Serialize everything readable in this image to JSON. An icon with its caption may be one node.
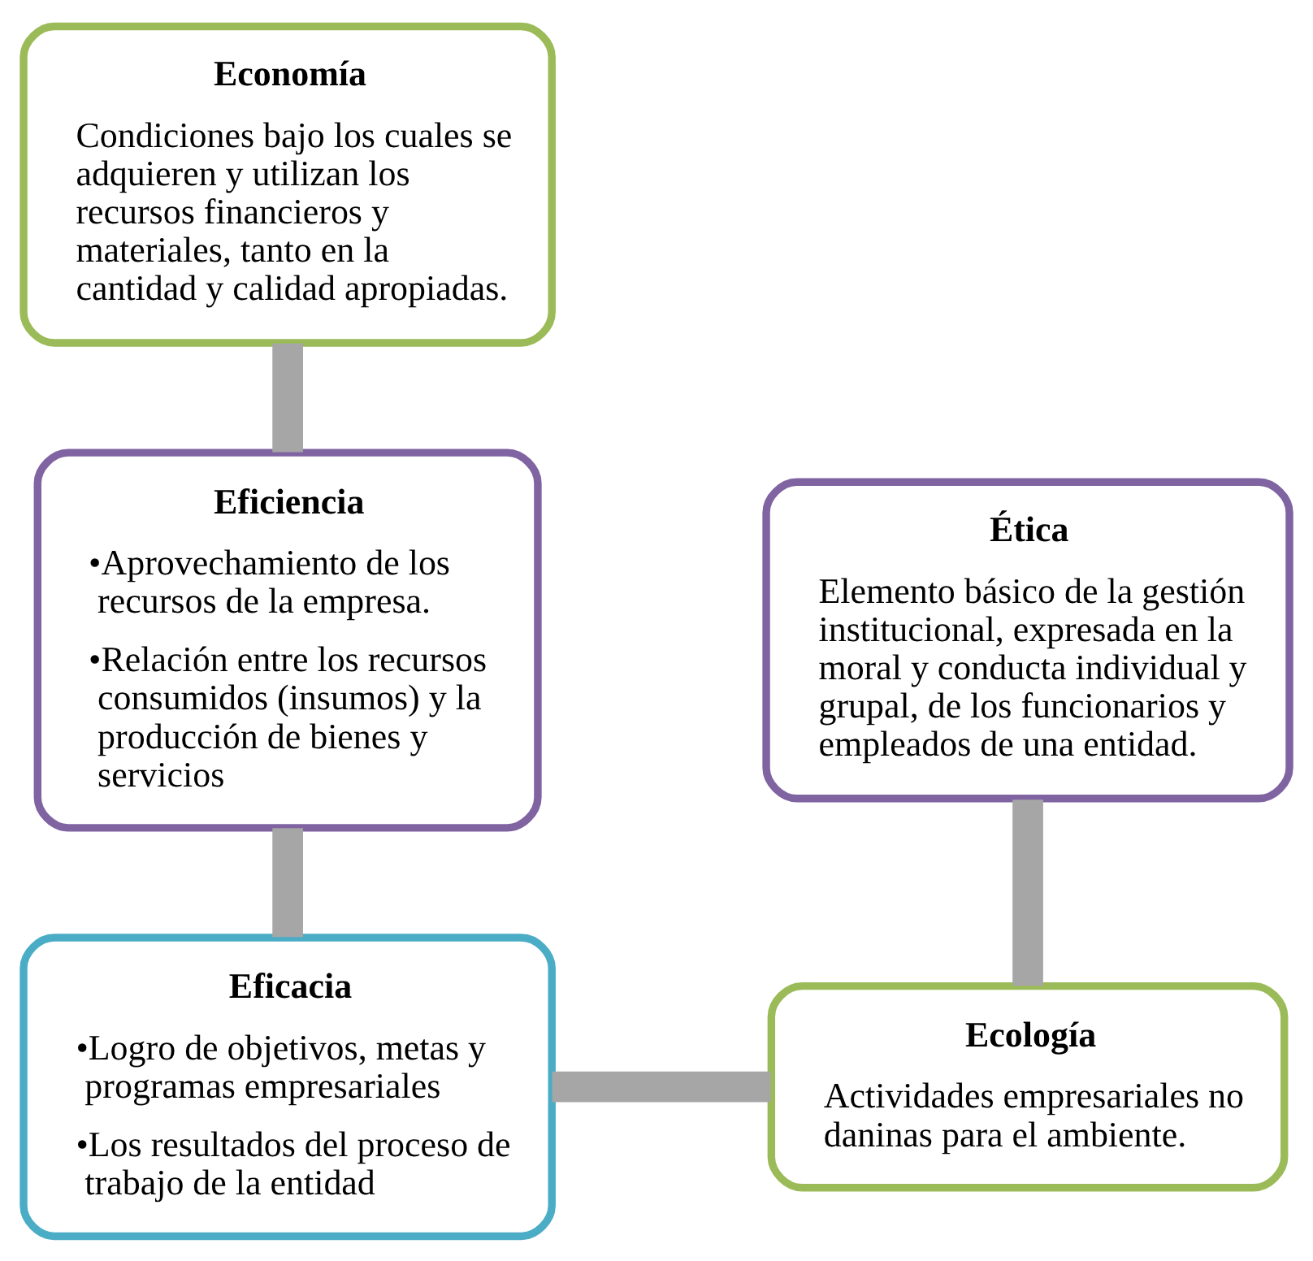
{
  "diagram": {
    "nodes": [
      {
        "text": [
          "Economía",
          "Condiciones bajo los cuales se adquieren y utilizan los recursos financieros y materiales, tanto en la cantidad y calidad apropiadas."
        ]
      },
      {
        "text": [
          "Eficiencia",
          "•Aprovechamiento de los recursos de la empresa.",
          "•Relación entre los recursos consumidos (insumos) y la producción de bienes y servicios"
        ]
      },
      {
        "text": [
          "Ética",
          "Elemento básico de la gestión institucional, expresada en la moral y conducta individual y grupal, de los funcionarios y empleados de una entidad."
        ]
      },
      {
        "text": [
          "Eficacia",
          "•Logro de objetivos, metas y programas empresariales",
          "•Los resultados del proceso de trabajo de la entidad"
        ]
      },
      {
        "text": [
          "Ecología",
          "Actividades empresariales no daninas para el ambiente."
        ]
      }
    ],
    "edges": [
      {
        "from": 0,
        "to": 1,
        "arrow": "none"
      },
      {
        "from": 1,
        "to": 3,
        "arrow": "none"
      },
      {
        "from": 3,
        "to": 4,
        "arrow": "none"
      },
      {
        "from": 4,
        "to": 2,
        "arrow": "none"
      }
    ]
  }
}
